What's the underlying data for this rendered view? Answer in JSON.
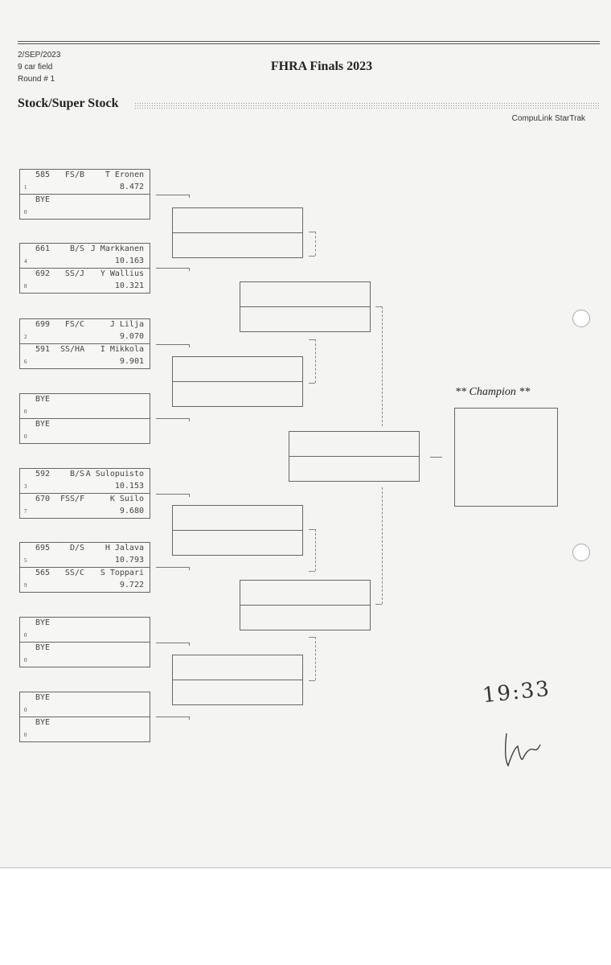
{
  "header": {
    "date": "2/SEP/2023",
    "field": "9 car field",
    "round": "Round # 1",
    "title": "FHRA Finals 2023",
    "class_name": "Stock/Super Stock",
    "software": "CompuLink StarTrak"
  },
  "round1": [
    {
      "top": {
        "number": "585",
        "class": "FS/B",
        "name": "T Eronen",
        "et": "8.472",
        "seed": "1"
      },
      "bottom": {
        "number": "BYE",
        "class": "",
        "name": "",
        "et": "",
        "seed": "0"
      }
    },
    {
      "top": {
        "number": "661",
        "class": "B/S",
        "name": "J Markkanen",
        "et": "10.163",
        "seed": "4"
      },
      "bottom": {
        "number": "692",
        "class": "SS/J",
        "name": "Y Wallius",
        "et": "10.321",
        "seed": "8"
      }
    },
    {
      "top": {
        "number": "699",
        "class": "FS/C",
        "name": "J Lilja",
        "et": "9.070",
        "seed": "2"
      },
      "bottom": {
        "number": "591",
        "class": "SS/HA",
        "name": "I Mikkola",
        "et": "9.901",
        "seed": "6"
      }
    },
    {
      "top": {
        "number": "BYE",
        "class": "",
        "name": "",
        "et": "",
        "seed": "0"
      },
      "bottom": {
        "number": "BYE",
        "class": "",
        "name": "",
        "et": "",
        "seed": "0"
      }
    },
    {
      "top": {
        "number": "592",
        "class": "B/S",
        "name": "A Sulopuisto",
        "et": "10.153",
        "seed": "3"
      },
      "bottom": {
        "number": "670",
        "class": "FSS/F",
        "name": "K Suilo",
        "et": "9.680",
        "seed": "7"
      }
    },
    {
      "top": {
        "number": "695",
        "class": "D/S",
        "name": "H Jalava",
        "et": "10.793",
        "seed": "5"
      },
      "bottom": {
        "number": "565",
        "class": "SS/C",
        "name": "S Toppari",
        "et": "9.722",
        "seed": "9"
      }
    },
    {
      "top": {
        "number": "BYE",
        "class": "",
        "name": "",
        "et": "",
        "seed": "0"
      },
      "bottom": {
        "number": "BYE",
        "class": "",
        "name": "",
        "et": "",
        "seed": "0"
      }
    },
    {
      "top": {
        "number": "BYE",
        "class": "",
        "name": "",
        "et": "",
        "seed": "0"
      },
      "bottom": {
        "number": "BYE",
        "class": "",
        "name": "",
        "et": "",
        "seed": "0"
      }
    }
  ],
  "champion_label": "** Champion **",
  "handwritten_time": "19:33",
  "signature": "initials"
}
